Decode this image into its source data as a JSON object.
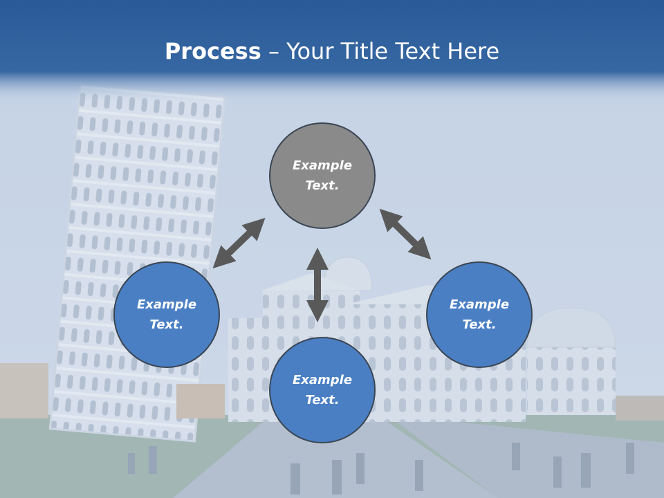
{
  "header": {
    "title_strong": "Process",
    "title_rest": " – Your Title Text Here",
    "color": "#2a5e9c"
  },
  "diagram": {
    "nodes": [
      {
        "id": "top",
        "label": "Example Text.",
        "color": "#8a8a8a"
      },
      {
        "id": "left",
        "label": "Example Text.",
        "color": "#4a7fc4"
      },
      {
        "id": "bottom",
        "label": "Example Text.",
        "color": "#4a7fc4"
      },
      {
        "id": "right",
        "label": "Example Text.",
        "color": "#4a7fc4"
      }
    ],
    "arrow_color": "#595959"
  }
}
